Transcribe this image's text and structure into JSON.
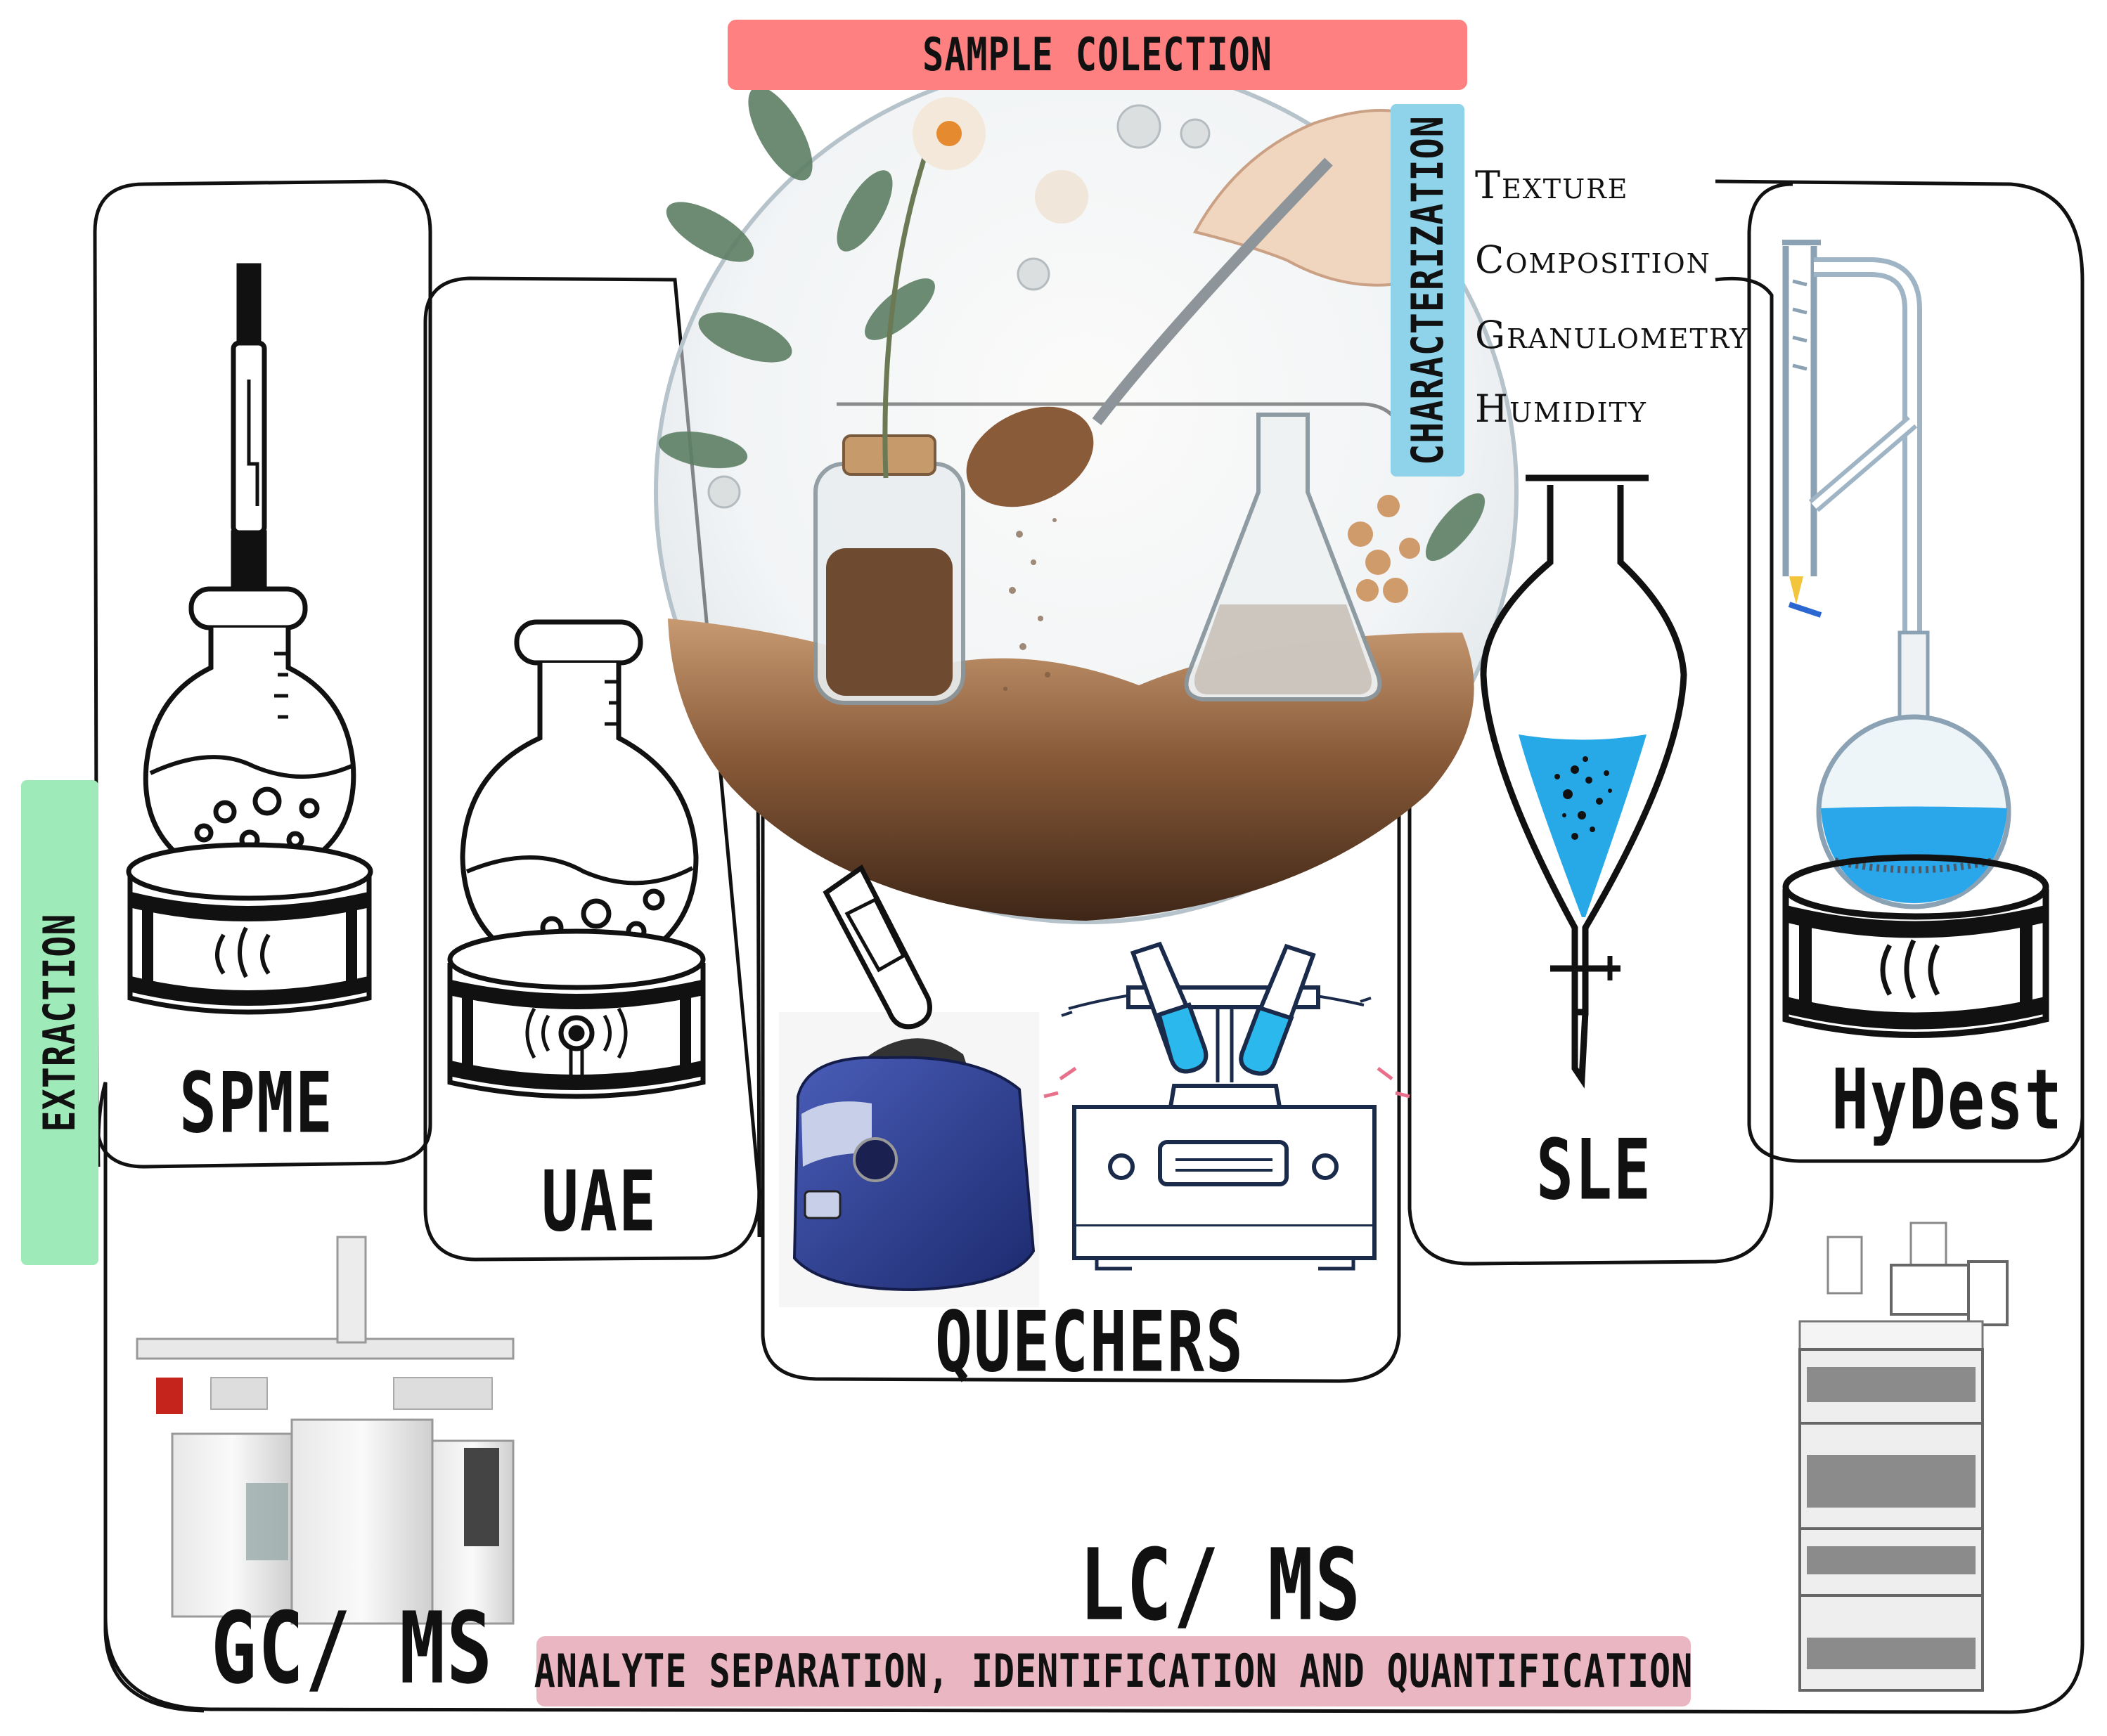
{
  "banners": {
    "sample_collection": "SAMPLE COLECTION",
    "characterization": "CHARACTERIZATION",
    "extraction": "EXTRACTION",
    "analyte": "ANALYTE SEPARATION, IDENTIFICATION AND QUANTIFICATION"
  },
  "characterization_properties": [
    "Texture",
    "Composition",
    "Granulometry",
    "Humidity"
  ],
  "methods": {
    "spme": "SPME",
    "uae": "UAE",
    "quechers": "QUECHERS",
    "sle": "SLE",
    "hydest": "HyDest"
  },
  "instruments": {
    "gcms": "GC/ MS",
    "lcms": "LC/ MS"
  },
  "colors": {
    "sample_banner": "#ff8080",
    "characterization_banner": "#8fd3ea",
    "extraction_banner": "#9eeab8",
    "analyte_banner": "#eab6c2",
    "liquid_blue": "#27a9e8",
    "ink": "#111111"
  }
}
